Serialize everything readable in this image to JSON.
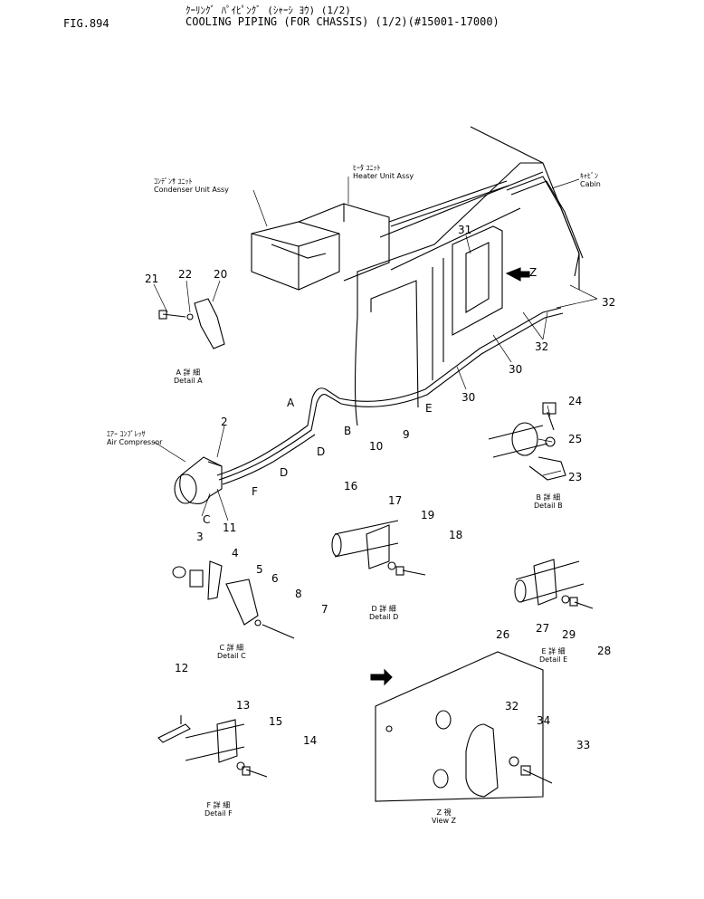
{
  "header": {
    "fig": "FIG.894",
    "title_jp": "ｸｰﾘﾝｸﾞ ﾊﾟｲﾋﾟﾝｸﾞ (ｼｬｰｼ ﾖｳ) (1/2)",
    "title_en": "COOLING PIPING (FOR CHASSIS) (1/2)(#15001-17000)"
  },
  "assemblies": {
    "condenser": {
      "jp": "ｺﾝﾃﾞﾝｻ ﾕﾆｯﾄ",
      "en": "Condenser Unit Assy"
    },
    "heater": {
      "jp": "ﾋｰﾀ ﾕﾆｯﾄ",
      "en": "Heater Unit Assy"
    },
    "cabin": {
      "jp": "ｷｬﾋﾞﾝ",
      "en": "Cabin"
    },
    "compressor": {
      "jp": "ｴｱｰ ｺﾝﾌﾟﾚｯｻ",
      "en": "Air Compressor"
    }
  },
  "details": {
    "a": {
      "jp": "A 詳 細",
      "en": "Detail A"
    },
    "b": {
      "jp": "B 詳 細",
      "en": "Detail B"
    },
    "c": {
      "jp": "C 詳 細",
      "en": "Detail C"
    },
    "d": {
      "jp": "D 詳 細",
      "en": "Detail D"
    },
    "e": {
      "jp": "E 詳 細",
      "en": "Detail E"
    },
    "f": {
      "jp": "F 詳 細",
      "en": "Detail F"
    },
    "z": {
      "jp": "Z 視",
      "en": "View Z"
    }
  },
  "view_letters": {
    "a": "A",
    "b": "B",
    "c": "C",
    "d": "D",
    "e": "E",
    "f": "F",
    "z": "Z"
  },
  "callouts": {
    "n2": "2",
    "n3": "3",
    "n4": "4",
    "n5": "5",
    "n6": "6",
    "n7": "7",
    "n8": "8",
    "n9": "9",
    "n10": "10",
    "n11": "11",
    "n12": "12",
    "n13": "13",
    "n14": "14",
    "n15": "15",
    "n16": "16",
    "n17": "17",
    "n18": "18",
    "n19": "19",
    "n20": "20",
    "n21": "21",
    "n22": "22",
    "n23": "23",
    "n24": "24",
    "n25": "25",
    "n26": "26",
    "n27": "27",
    "n28": "28",
    "n29": "29",
    "n30": "30",
    "n31": "31",
    "n32": "32",
    "n33": "33",
    "n34": "34"
  }
}
